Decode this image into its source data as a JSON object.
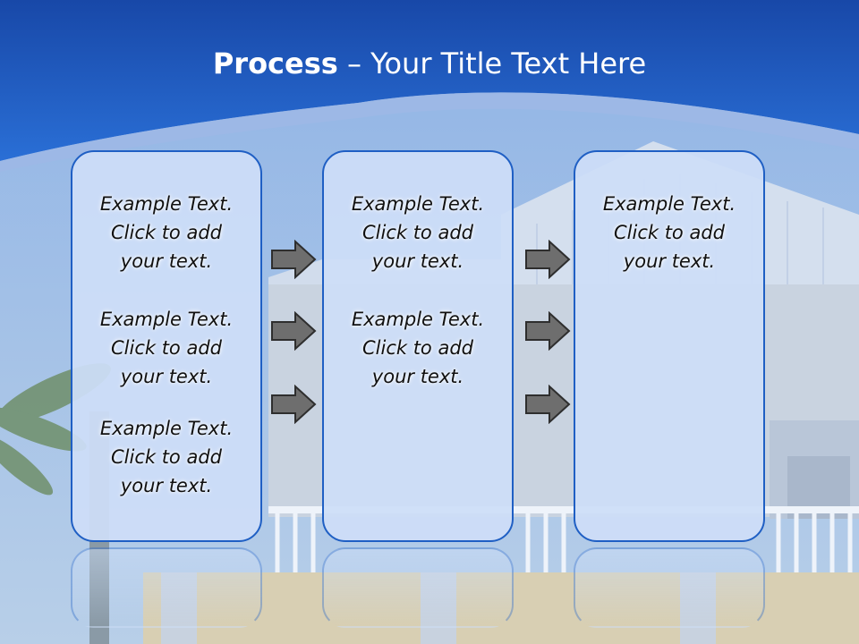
{
  "slide": {
    "title_bold": "Process",
    "title_rest": " – Your Title Text Here"
  },
  "columns": [
    {
      "items": [
        [
          "Example Text.",
          "Click  to add",
          "your text."
        ],
        [
          "Example Text.",
          "Click  to add",
          "your text."
        ],
        [
          "Example Text.",
          "Click  to add",
          "your text."
        ]
      ]
    },
    {
      "items": [
        [
          "Example Text.",
          "Click  to add",
          "your text."
        ],
        [
          "Example Text.",
          "Click  to add",
          "your text."
        ]
      ]
    },
    {
      "items": [
        [
          "Example Text.",
          "Click  to add",
          "your text."
        ]
      ]
    }
  ],
  "colors": {
    "header_blue": "#1f5fc4",
    "box_border": "#1f5fc4",
    "box_fill": "#cddef7",
    "arrow_fill": "#6e6e6e"
  }
}
